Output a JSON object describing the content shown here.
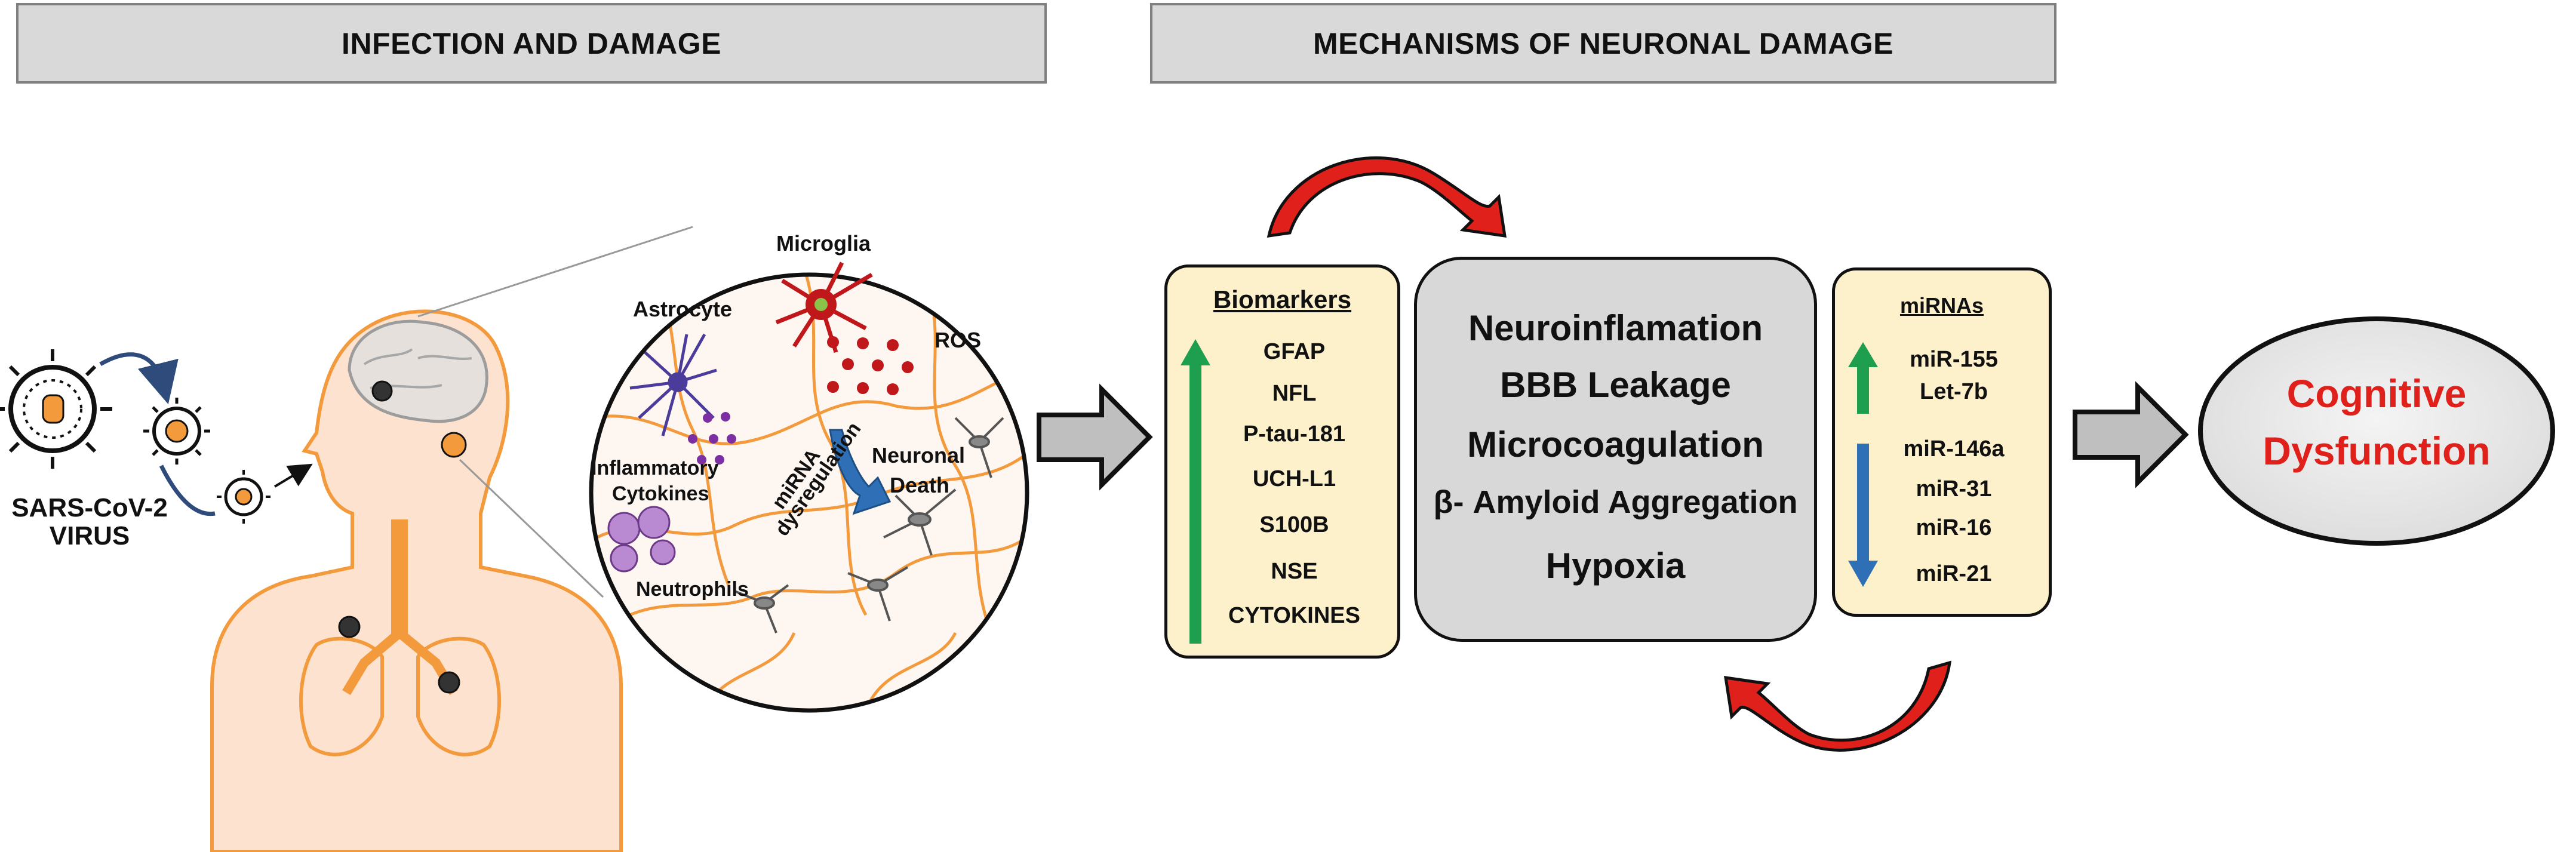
{
  "headers": {
    "infection": "INFECTION AND DAMAGE",
    "mechanisms": "MECHANISMS OF NEURONAL DAMAGE"
  },
  "virus": {
    "line1": "SARS-CoV-2",
    "line2": "VIRUS"
  },
  "brain_zoom": {
    "microglia": "Microglia",
    "astrocyte": "Astrocyte",
    "ros": "ROS",
    "inflammatory_line1": "Inflammatory",
    "inflammatory_line2": "Cytokines",
    "mirna_line1": "miRNA",
    "mirna_line2": "dysregulation",
    "neuronal_line1": "Neuronal",
    "neuronal_line2": "Death",
    "neutrophils": "Neutrophils"
  },
  "biomarkers": {
    "title": "Biomarkers",
    "items": [
      "GFAP",
      "NFL",
      "P-tau-181",
      "UCH-L1",
      "S100B",
      "NSE",
      "CYTOKINES"
    ]
  },
  "mechanisms": {
    "items": [
      "Neuroinflamation",
      "BBB Leakage",
      "Microcoagulation",
      "β- Amyloid Aggregation",
      "Hypoxia"
    ]
  },
  "mirnas": {
    "title": "miRNAs",
    "up": [
      "miR-155",
      "Let-7b"
    ],
    "down": [
      "miR-146a",
      "miR-31",
      "miR-16",
      "miR-21"
    ]
  },
  "outcome": {
    "line1": "Cognitive",
    "line2": "Dysfunction"
  },
  "colors": {
    "header_bg": "#d9d9d9",
    "panel_bg": "#fdf1cc",
    "center_bg": "#d8d8d8",
    "up_arrow": "#1e9e4f",
    "down_arrow": "#2e6fb5",
    "cycle_arrow": "#e0201b",
    "outcome_text": "#e0201b",
    "body_orange": "#f39a3d",
    "body_skin": "#fde2cf"
  }
}
